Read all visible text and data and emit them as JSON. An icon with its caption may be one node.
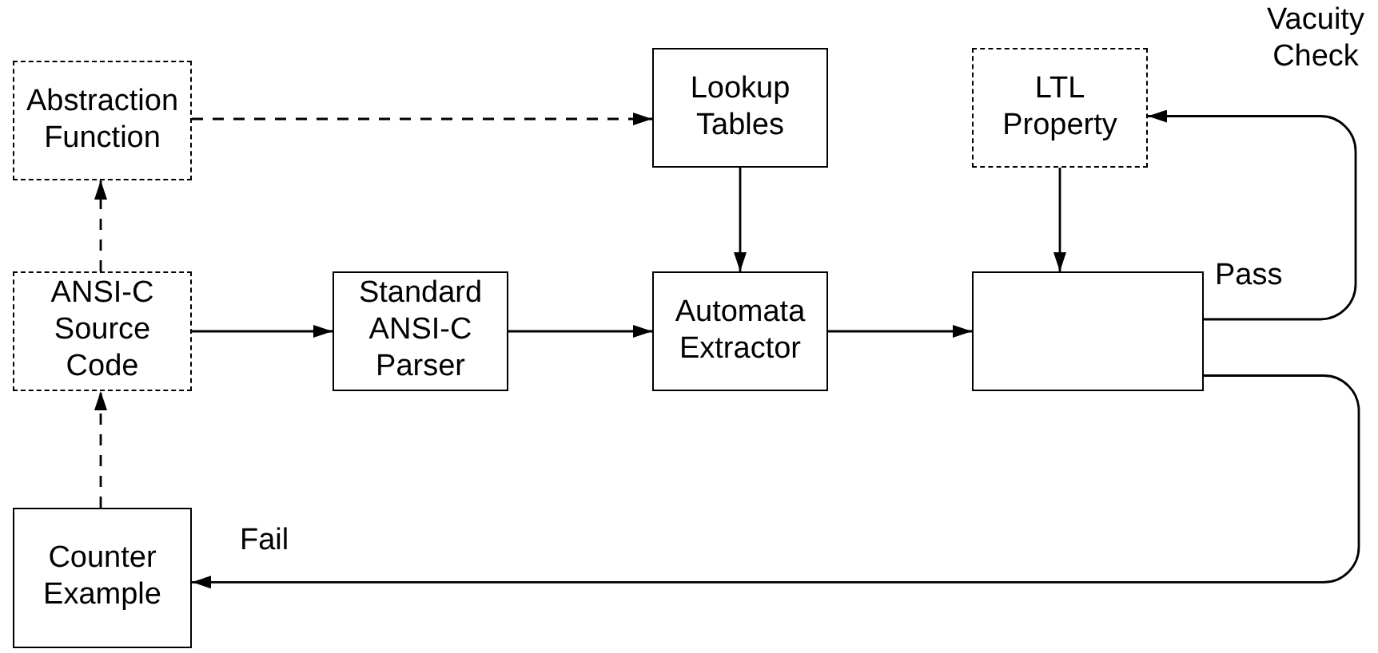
{
  "diagram": {
    "nodes": [
      {
        "text": [
          "Abstraction Function"
        ]
      },
      {
        "text": [
          "Lookup Tables"
        ]
      },
      {
        "text": [
          "LTL Property"
        ]
      },
      {
        "text": [
          "ANSI-C Source Code"
        ]
      },
      {
        "text": [
          "Standard ANSI-C Parser"
        ]
      },
      {
        "text": [
          "Automata Extractor"
        ]
      },
      {
        "text": [],
        "shape": "box"
      },
      {
        "text": [
          "Counter Example"
        ]
      }
    ],
    "edges": [
      {
        "from": 0,
        "to": 1,
        "arrow": "to",
        "style": "dashed"
      },
      {
        "from": 3,
        "to": 0,
        "arrow": "to",
        "style": "dashed"
      },
      {
        "from": 7,
        "to": 3,
        "arrow": "to",
        "style": "dashed"
      },
      {
        "from": 3,
        "to": 4,
        "arrow": "to"
      },
      {
        "from": 4,
        "to": 5,
        "arrow": "to"
      },
      {
        "from": 1,
        "to": 5,
        "arrow": "to"
      },
      {
        "from": 5,
        "to": 6,
        "arrow": "to"
      },
      {
        "from": 2,
        "to": 6,
        "arrow": "to"
      },
      {
        "from": 6,
        "to": 2,
        "arrow": "to",
        "label": "Pass"
      },
      {
        "from": 6,
        "to": 7,
        "arrow": "to",
        "label": "Fail"
      }
    ],
    "labels": [
      "Vacuity Check"
    ]
  }
}
